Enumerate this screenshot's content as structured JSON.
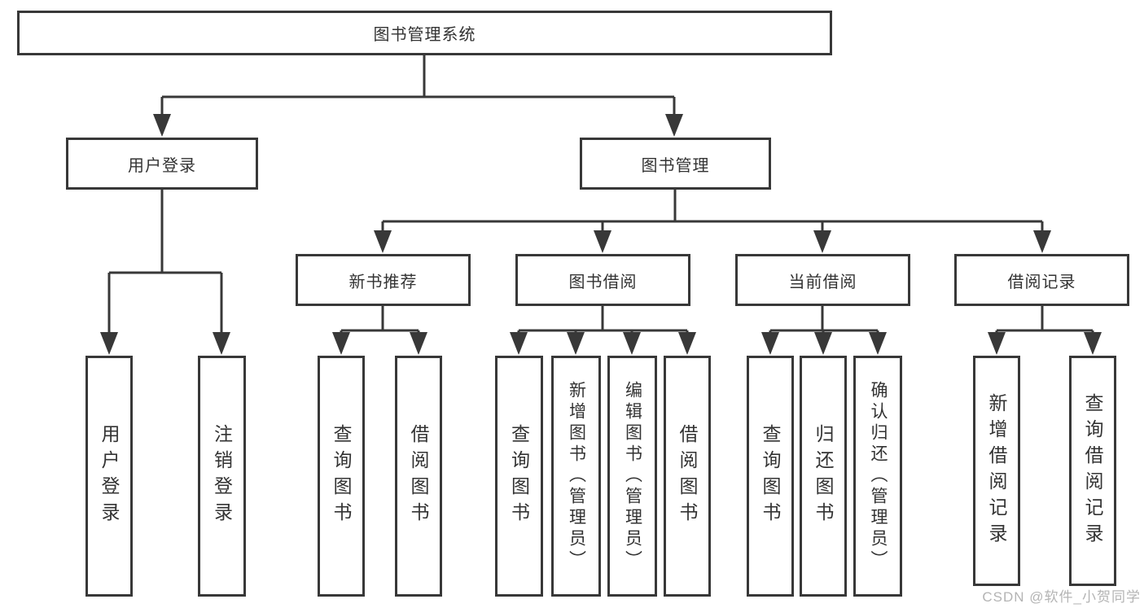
{
  "tree": {
    "label": "图书管理系统",
    "children": [
      {
        "label": "用户登录",
        "children": [
          {
            "label": "用户登录"
          },
          {
            "label": "注销登录"
          }
        ]
      },
      {
        "label": "图书管理",
        "children": [
          {
            "label": "新书推荐",
            "children": [
              {
                "label": "查询图书"
              },
              {
                "label": "借阅图书"
              }
            ]
          },
          {
            "label": "图书借阅",
            "children": [
              {
                "label": "查询图书"
              },
              {
                "label": "新增图书（管理员）"
              },
              {
                "label": "编辑图书（管理员）"
              },
              {
                "label": "借阅图书"
              }
            ]
          },
          {
            "label": "当前借阅",
            "children": [
              {
                "label": "查询图书"
              },
              {
                "label": "归还图书"
              },
              {
                "label": "确认归还（管理员）"
              }
            ]
          },
          {
            "label": "借阅记录",
            "children": [
              {
                "label": "新增借阅记录"
              },
              {
                "label": "查询借阅记录"
              }
            ]
          }
        ]
      }
    ]
  },
  "watermark": {
    "text": "CSDN @软件_小贺同学"
  },
  "colors": {
    "line": "#383838",
    "text": "#333333",
    "background": "#ffffff",
    "watermark": "#b4b4b4"
  }
}
